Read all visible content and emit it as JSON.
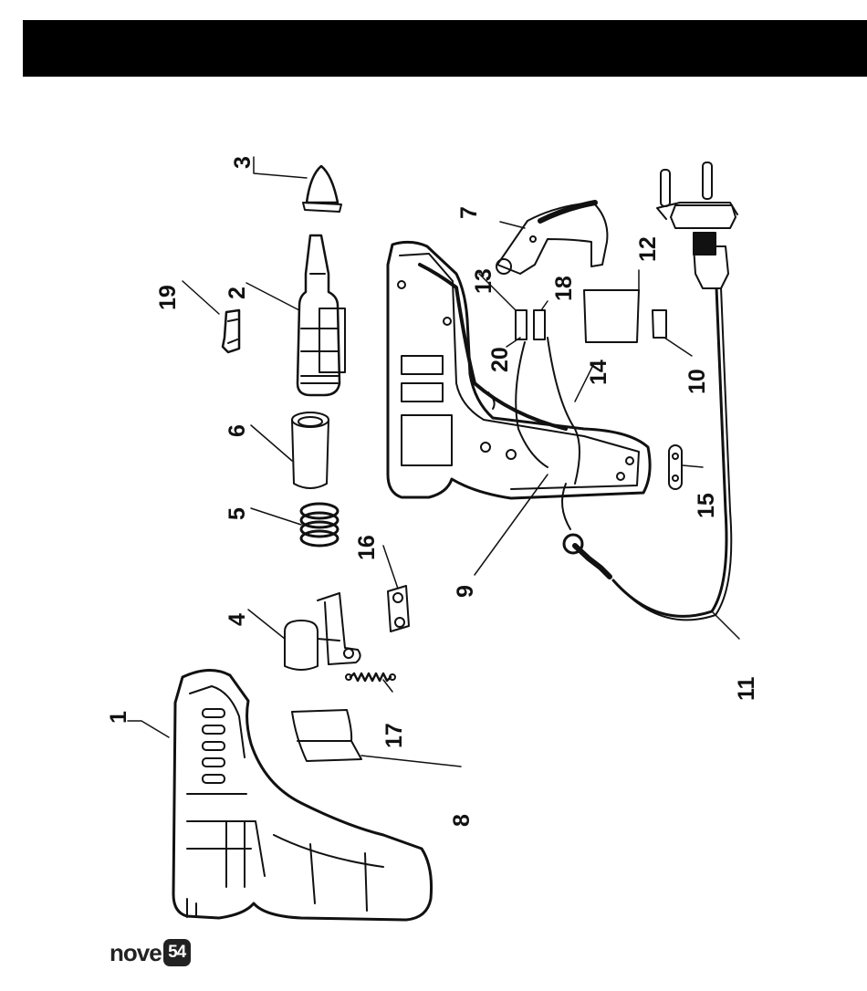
{
  "labels": {
    "p1": "1",
    "p2": "2",
    "p3": "3",
    "p4": "4",
    "p5": "5",
    "p6": "6",
    "p7": "7",
    "p8": "8",
    "p9": "9",
    "p10": "10",
    "p11": "11",
    "p12": "12",
    "p13": "13",
    "p14": "14",
    "p15": "15",
    "p16": "16",
    "p17": "17",
    "p18": "18",
    "p19": "19",
    "p20": "20"
  },
  "logo": {
    "word": "nove",
    "badge": "54"
  }
}
